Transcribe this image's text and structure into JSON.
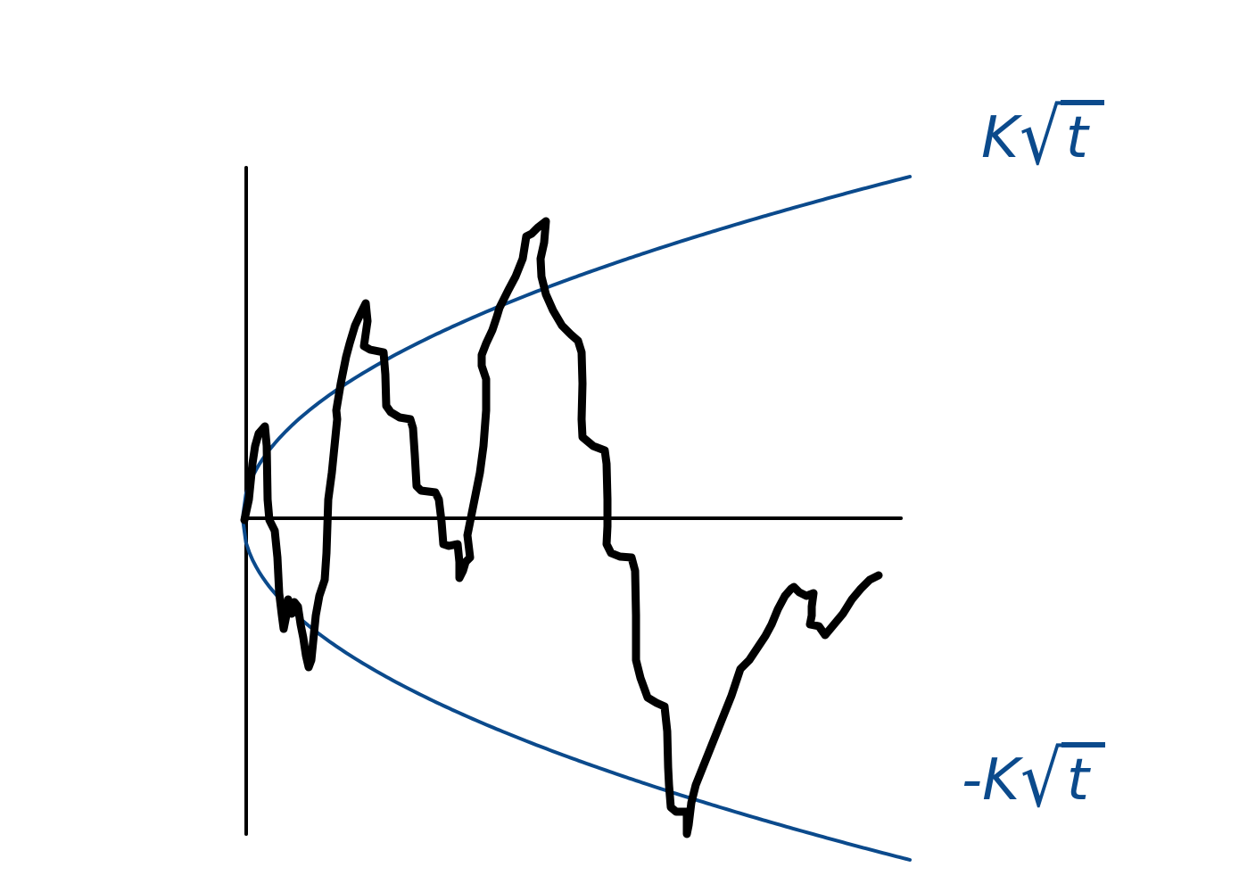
{
  "diagram": {
    "curve_color": "#0b4a8c",
    "path_color": "#000000",
    "axis_color": "#000000",
    "upper_label": {
      "coef": "K",
      "radical": "√",
      "radicand": "t"
    },
    "lower_label": {
      "coef": "-K",
      "radical": "√",
      "radicand": "t"
    }
  }
}
